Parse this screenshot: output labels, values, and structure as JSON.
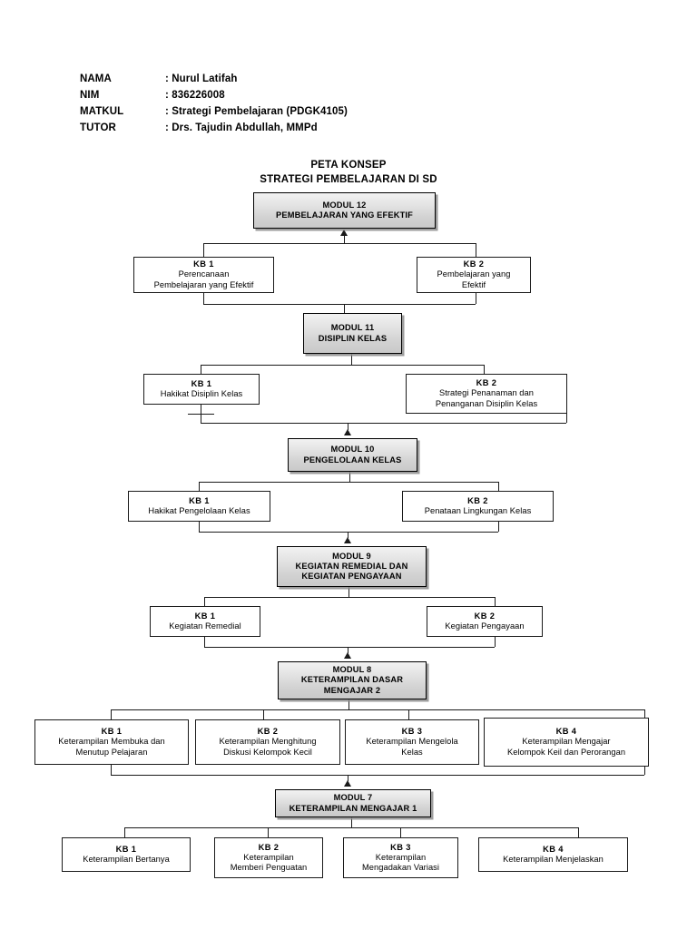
{
  "document": {
    "title_lines": [
      "PETA KONSEP",
      "STRATEGI PEMBELAJARAN DI SD"
    ]
  },
  "header": {
    "rows": [
      {
        "label": "NAMA",
        "value": ": Nurul Latifah"
      },
      {
        "label": "NIM",
        "value": ": 836226008"
      },
      {
        "label": "MATKUL",
        "value": ": Strategi Pembelajaran (PDGK4105)"
      },
      {
        "label": "TUTOR",
        "value": ": Drs. Tajudin Abdullah, MMPd"
      }
    ]
  },
  "colors": {
    "module_fill_top": "#f2f2f2",
    "module_fill_bottom": "#c9c9c9",
    "box_border": "#1a1a1a",
    "kb_fill": "#ffffff",
    "text": "#000000",
    "shadow": "#8c8c8c"
  },
  "modules": [
    {
      "id": "modul-12",
      "lines": [
        "MODUL 12",
        "PEMBELAJARAN YANG EFEKTIF"
      ],
      "kb": [
        {
          "num": "KB 1",
          "lines": [
            "Perencanaan",
            "Pembelajaran yang Efektif"
          ]
        },
        {
          "num": "KB 2",
          "lines": [
            "Pembelajaran yang",
            "Efektif"
          ]
        }
      ]
    },
    {
      "id": "modul-11",
      "lines": [
        "MODUL  11",
        "DISIPLIN KELAS"
      ],
      "kb": [
        {
          "num": "KB 1",
          "lines": [
            "Hakikat Disiplin Kelas"
          ]
        },
        {
          "num": "KB 2",
          "lines": [
            "Strategi Penanaman dan",
            "Penanganan Disiplin Kelas"
          ]
        }
      ]
    },
    {
      "id": "modul-10",
      "lines": [
        "MODUL 10",
        "PENGELOLAAN KELAS"
      ],
      "kb": [
        {
          "num": "KB 1",
          "lines": [
            "Hakikat Pengelolaan Kelas"
          ]
        },
        {
          "num": "KB 2",
          "lines": [
            "Penataan Lingkungan Kelas"
          ]
        }
      ]
    },
    {
      "id": "modul-9",
      "lines": [
        "MODUL 9",
        "KEGIATAN REMEDIAL DAN",
        "KEGIATAN PENGAYAAN"
      ],
      "kb": [
        {
          "num": "KB 1",
          "lines": [
            "Kegiatan Remedial"
          ]
        },
        {
          "num": "KB 2",
          "lines": [
            "Kegiatan Pengayaan"
          ]
        }
      ]
    },
    {
      "id": "modul-8",
      "lines": [
        "MODUL 8",
        "KETERAMPILAN DASAR",
        "MENGAJAR 2"
      ],
      "kb": [
        {
          "num": "KB 1",
          "lines": [
            "Keterampilan Membuka dan",
            "Menutup Pelajaran"
          ]
        },
        {
          "num": "KB 2",
          "lines": [
            "Keterampilan Menghitung",
            "Diskusi Kelompok Kecil"
          ]
        },
        {
          "num": "KB 3",
          "lines": [
            "Keterampilan Mengelola",
            "Kelas"
          ]
        },
        {
          "num": "KB 4",
          "lines": [
            "Keterampilan Mengajar",
            "Kelompok Keil dan Perorangan"
          ]
        }
      ]
    },
    {
      "id": "modul-7",
      "lines": [
        "MODUL 7",
        "KETERAMPILAN MENGAJAR 1"
      ],
      "kb": [
        {
          "num": "KB 1",
          "lines": [
            "Keterampilan Bertanya"
          ]
        },
        {
          "num": "KB 2",
          "lines": [
            "Keterampilan",
            "Memberi Penguatan"
          ]
        },
        {
          "num": "KB 3",
          "lines": [
            "Keterampilan",
            "Mengadakan Variasi"
          ]
        },
        {
          "num": "KB 4",
          "lines": [
            "Keterampilan Menjelaskan"
          ]
        }
      ]
    }
  ]
}
